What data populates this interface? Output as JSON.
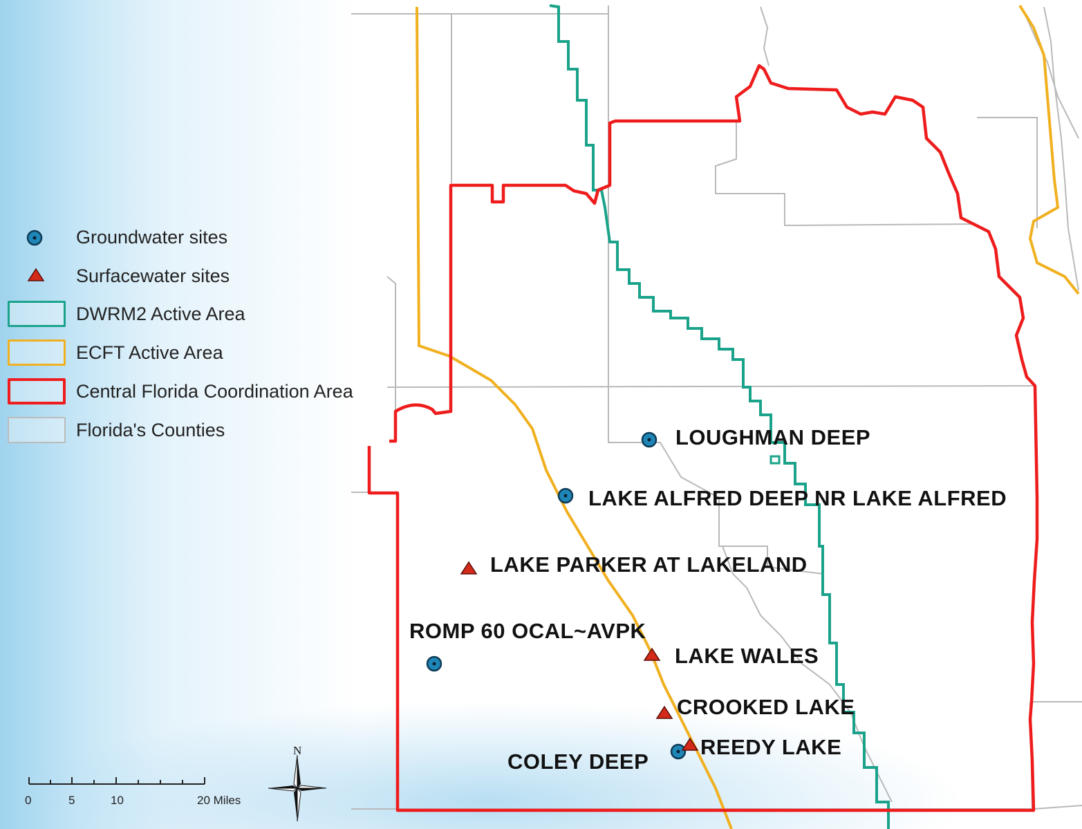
{
  "legend": {
    "items": [
      {
        "label": "Groundwater sites",
        "symbol": "groundwater-dot-icon"
      },
      {
        "label": "Surfacewater sites",
        "symbol": "surfacewater-triangle-icon"
      },
      {
        "label": "DWRM2 Active Area",
        "color": "#1aa38a"
      },
      {
        "label": "ECFT Active Area",
        "color": "#f0b020"
      },
      {
        "label": "Central Florida Coordination Area",
        "color": "#ee1c1c"
      },
      {
        "label": "Florida's Counties",
        "color": "#bbbbbb"
      }
    ]
  },
  "sites": {
    "loughman_deep": "LOUGHMAN DEEP",
    "lake_alfred": "LAKE ALFRED DEEP NR LAKE ALFRED",
    "lake_parker": "LAKE PARKER AT LAKELAND",
    "romp_60": "ROMP 60 OCAL~AVPK",
    "lake_wales": "LAKE WALES",
    "crooked_lake": "CROOKED LAKE",
    "reedy_lake": "REEDY LAKE",
    "coley_deep": "COLEY DEEP"
  },
  "scalebar": {
    "ticks": [
      "0",
      "5",
      "10",
      "20 Miles"
    ]
  },
  "north_arrow": {
    "label": "N"
  },
  "colors": {
    "groundwater": "#1f86b8",
    "surfacewater": "#d42a1a",
    "dwrm2": "#1aa38a",
    "ecft": "#f0b020",
    "cfca": "#ee1c1c",
    "counties": "#bbbbbb"
  }
}
